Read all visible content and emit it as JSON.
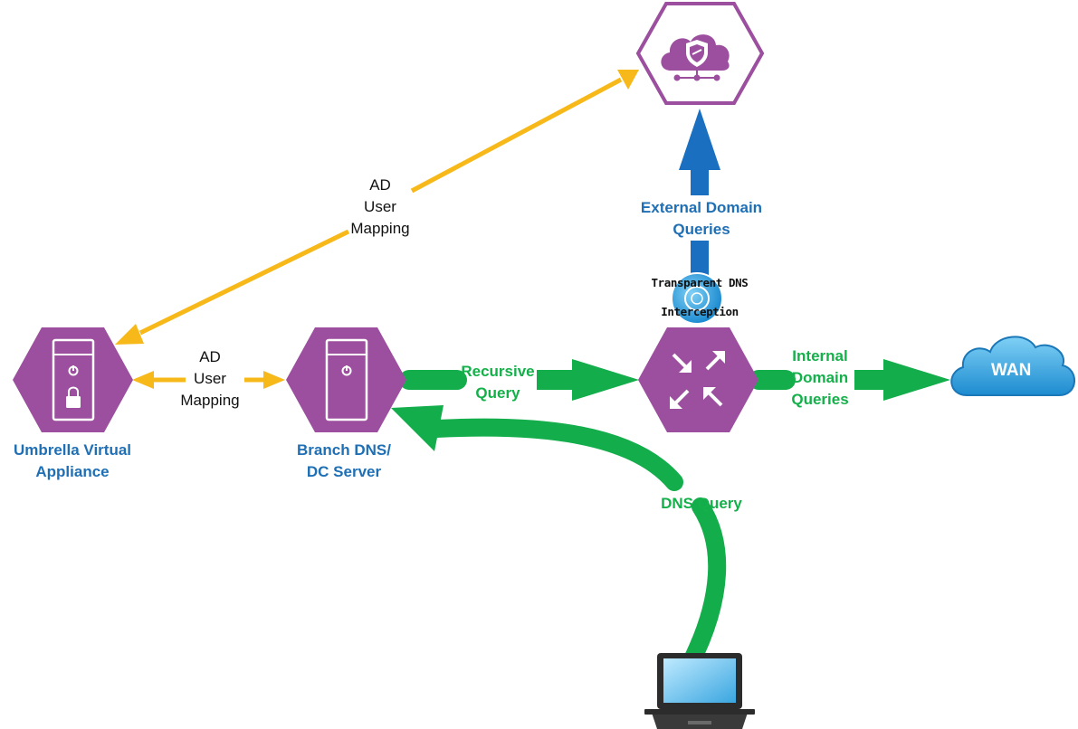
{
  "labels": {
    "ad_mapping_top": [
      "AD",
      "User",
      "Mapping"
    ],
    "ad_mapping_mid": [
      "AD",
      "User",
      "Mapping"
    ],
    "external_queries": [
      "External Domain",
      "Queries"
    ],
    "transparent_dns": [
      "Transparent DNS",
      "Interception"
    ],
    "recursive_query": [
      "Recursive",
      "Query"
    ],
    "internal_queries": [
      "Internal",
      "Domain",
      "Queries"
    ],
    "dns_query": "DNS Query",
    "wan": "WAN",
    "umbrella_appliance": [
      "Umbrella Virtual",
      "Appliance"
    ],
    "branch_dns": [
      "Branch DNS/",
      "DC Server"
    ]
  },
  "colors": {
    "node_purple": "#9b4f9e",
    "arrow_yellow": "#f7b81a",
    "arrow_green": "#13ad4b",
    "arrow_blue": "#1a6fc0",
    "label_blue": "#1f6fb5",
    "label_green": "#14b04a",
    "cloud_blue": "#3aa6e0"
  },
  "icons": {
    "cloud_security": "shield-cloud-icon",
    "umbrella_appliance": "server-lock-icon",
    "branch_dns": "server-icon",
    "router": "router-arrows-icon",
    "wan": "cloud-icon",
    "laptop": "laptop-icon",
    "transparent_dns": "dns-badge-icon"
  }
}
